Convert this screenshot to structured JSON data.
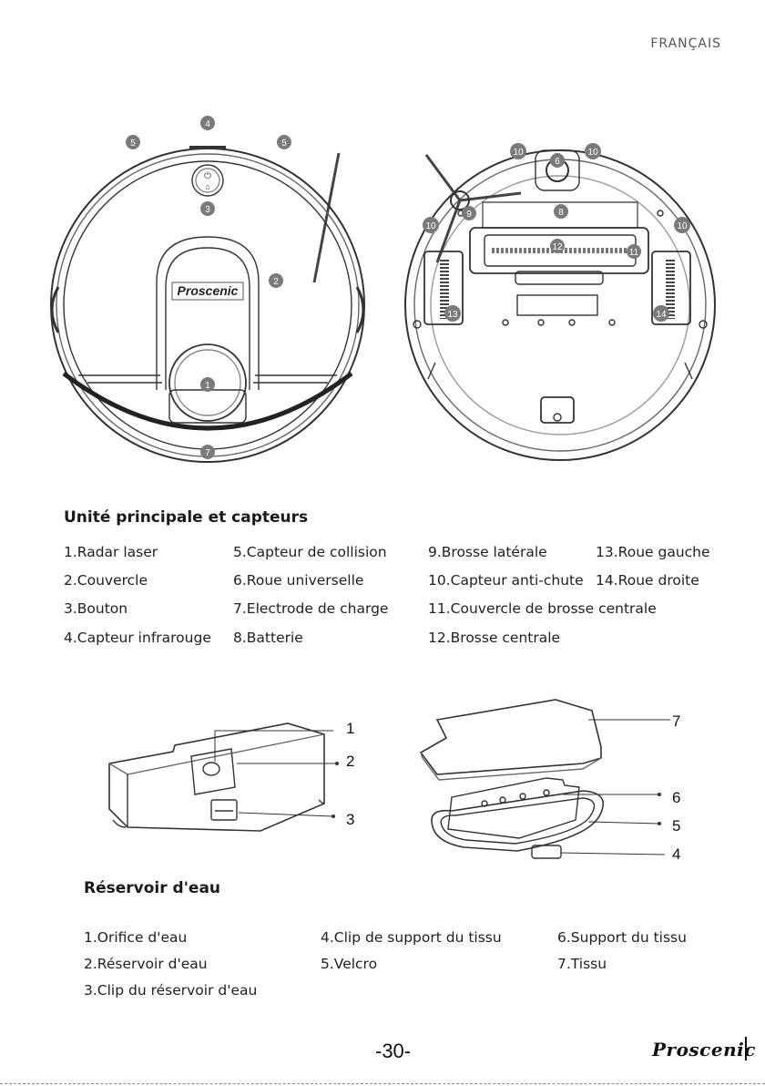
{
  "header": {
    "language": "FRANÇAIS"
  },
  "main_unit": {
    "title": "Unité principale et capteurs",
    "brand_logo": "Proscenic",
    "callouts_top": [
      "4",
      "5",
      "5",
      "3",
      "2",
      "1",
      "7"
    ],
    "callouts_bottom": [
      "10",
      "10",
      "6",
      "9",
      "8",
      "10",
      "10",
      "12",
      "11",
      "13",
      "14"
    ],
    "items": [
      "1.Radar laser",
      "2.Couvercle",
      "3.Bouton",
      "4.Capteur infrarouge",
      "5.Capteur de collision",
      "6.Roue universelle",
      "7.Electrode de charge",
      "8.Batterie",
      "9.Brosse latérale",
      "10.Capteur anti-chute",
      "11.Couvercle de brosse centrale",
      "12.Brosse centrale",
      "13.Roue gauche",
      "14.Roue droite"
    ]
  },
  "water_tank": {
    "title": "Réservoir d'eau",
    "tank_callouts": [
      "1",
      "2",
      "3"
    ],
    "mop_callouts": [
      "7",
      "6",
      "5",
      "4"
    ],
    "items": [
      "1.Orifice d'eau",
      "2.Réservoir d'eau",
      "3.Clip du réservoir d'eau",
      "4.Clip de support du tissu",
      "5.Velcro",
      "6.Support du tissu",
      "7.Tissu"
    ]
  },
  "footer": {
    "page_number": "-30-",
    "brand": "Proscenic"
  },
  "colors": {
    "text": "#1f1f1f",
    "callout_fill": "#7a7a7a",
    "line": "#333333"
  }
}
